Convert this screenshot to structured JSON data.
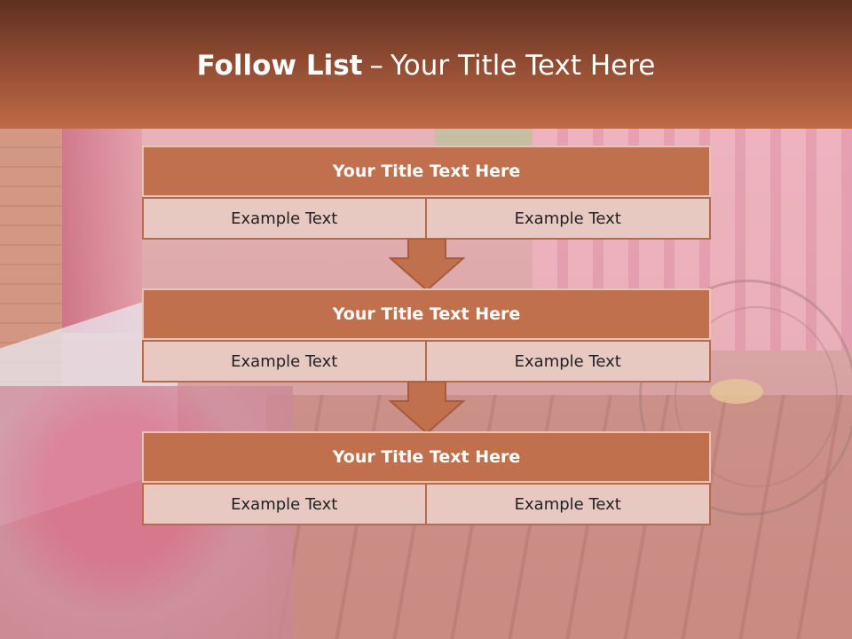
{
  "header": {
    "title_bold": "Follow List",
    "title_sep": "–",
    "title_rest": "Your Title Text Here"
  },
  "steps": [
    {
      "title": "Your Title Text Here",
      "cells": [
        "Example Text",
        "Example Text"
      ]
    },
    {
      "title": "Your Title Text Here",
      "cells": [
        "Example Text",
        "Example Text"
      ]
    },
    {
      "title": "Your Title Text Here",
      "cells": [
        "Example Text",
        "Example Text"
      ]
    }
  ],
  "colors": {
    "header_dark": "#5d3020",
    "header_light": "#c06a48",
    "box_fill": "#c0704c",
    "cell_fill": "#e7c9c2"
  }
}
